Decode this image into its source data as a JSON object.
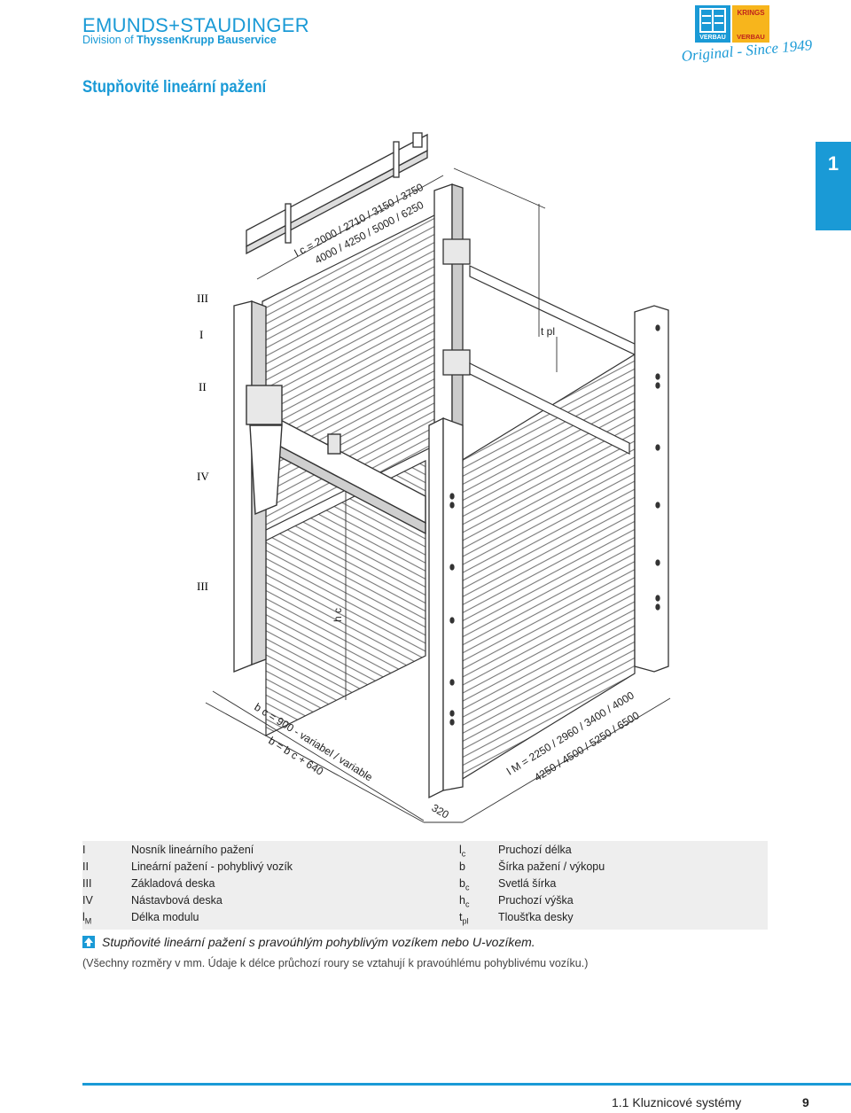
{
  "header": {
    "brand_name": "EMUNDS+STAUDINGER",
    "brand_division_prefix": "Division of ",
    "brand_division_name": "ThyssenKrupp Bauservice",
    "logo_left_text": "VERBAU",
    "logo_right_text_top": "KRINGS",
    "logo_right_text_bottom": "VERBAU",
    "tagline": "Original - Since 1949",
    "brand_color": "#1a9ad6"
  },
  "page_title": "Stupňovité lineární pažení",
  "chapter_tab": "1",
  "figure": {
    "roman_labels": [
      "III",
      "I",
      "II",
      "IV",
      "III"
    ],
    "dim_lc_line1": "l c = 2000 / 2710 / 3150 / 3750",
    "dim_lc_line2": "4000 / 4250 / 5000 / 6250",
    "dim_tpl": "t pl",
    "dim_hc": "h c",
    "dim_bc_line1": "b c = 900 - variabel / variable",
    "dim_bc_line2": "b = b c + 640",
    "dim_lm_line1": "l M = 2250 / 2960 / 3400 / 4000",
    "dim_lm_line2": "4250 / 4500 / 5250 / 6500",
    "dim_320": "320"
  },
  "legend": {
    "left": [
      {
        "key": "I",
        "sub": "",
        "text": "Nosník lineárního pažení"
      },
      {
        "key": "II",
        "sub": "",
        "text": "Lineární pažení - pohyblivý vozík"
      },
      {
        "key": "III",
        "sub": "",
        "text": "Základová deska"
      },
      {
        "key": "IV",
        "sub": "",
        "text": "Nástavbová deska"
      },
      {
        "key": "l",
        "sub": "M",
        "text": "Délka modulu"
      }
    ],
    "right": [
      {
        "key": "l",
        "sub": "c",
        "text": "Pruchozí délka"
      },
      {
        "key": "b",
        "sub": "",
        "text": "Šírka pažení / výkopu"
      },
      {
        "key": "b",
        "sub": "c",
        "text": "Svetlá šírka"
      },
      {
        "key": "h",
        "sub": "c",
        "text": "Pruchozí výška"
      },
      {
        "key": "t",
        "sub": "pl",
        "text": "Tloušťka desky"
      }
    ]
  },
  "caption": "Stupňovité lineární pažení s pravoúhlým pohyblivým vozíkem nebo U-vozíkem.",
  "footnote": "(Všechny rozměry v mm. Údaje k délce průchozí roury se vztahují k pravoúhlému pohyblivému vozíku.)",
  "footer": {
    "section": "1.1 Kluznicové systémy",
    "page": "9"
  }
}
